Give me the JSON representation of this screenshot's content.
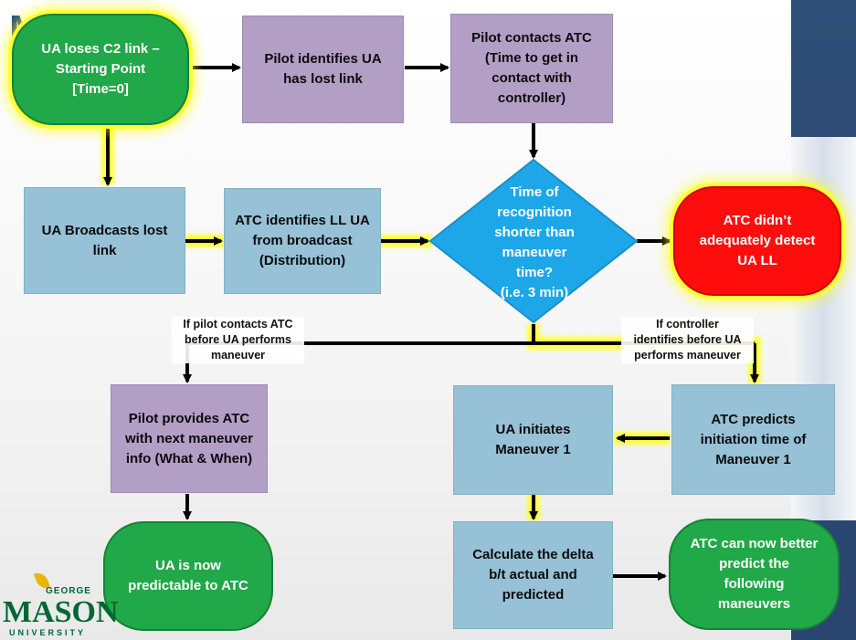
{
  "header": {
    "logo_text": "MITRE"
  },
  "nodes": {
    "ua_loses_link": "UA loses C2 link –\nStarting Point\n[Time=0]",
    "pilot_identifies": "Pilot identifies UA\nhas lost link",
    "pilot_contacts_atc": "Pilot contacts ATC\n(Time to get in\ncontact with\ncontroller)",
    "ua_broadcasts": "UA Broadcasts lost\nlink",
    "atc_identifies": "ATC identifies LL UA\nfrom broadcast\n(Distribution)",
    "decision": "Time of\nrecognition\nshorter than\nmaneuver\ntime?\n(i.e. 3 min)",
    "atc_didnt_detect": "ATC didn’t\nadequately detect\nUA LL",
    "pilot_provides": "Pilot provides ATC\nwith next maneuver\ninfo (What & When)",
    "ua_initiates": "UA initiates\nManeuver 1",
    "atc_predicts": "ATC predicts\ninitiation time of\nManeuver 1",
    "ua_predictable": "UA is now\npredictable to ATC",
    "calc_delta": "Calculate the delta\nb/t actual and\npredicted",
    "atc_better_predict": "ATC can now better\npredict the\nfollowing\nmaneuvers"
  },
  "edge_labels": {
    "left_branch": "If pilot contacts ATC\nbefore UA performs\nmaneuver",
    "right_branch": "If controller\nidentifies before UA\nperforms maneuver"
  },
  "footer": {
    "logo_top": "GEORGE",
    "logo_main": "MASON",
    "logo_bottom": "UNIVERSITY"
  },
  "colors": {
    "process_purple": "#b39ec6",
    "process_blue": "#96c1d6",
    "terminal_green": "#21a848",
    "terminal_red": "#ff0d0d",
    "decision_blue": "#1ea7e8",
    "highlight_yellow": "#ffff36"
  }
}
